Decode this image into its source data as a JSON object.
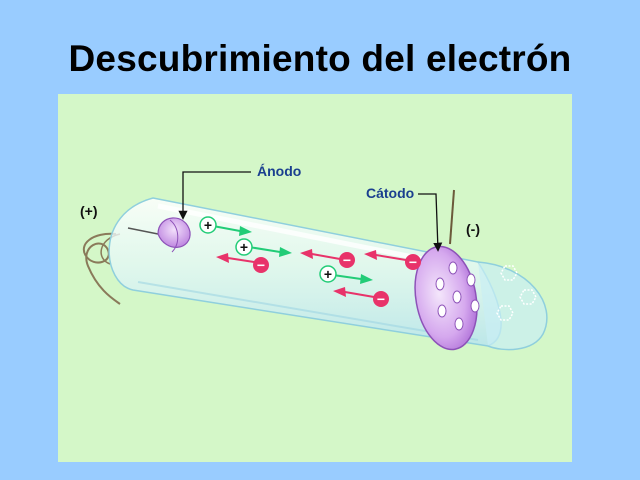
{
  "slide": {
    "title": "Descubrimiento del electrón",
    "background_color": "#99ccff",
    "panel_color": "#d4f7c8"
  },
  "diagram": {
    "anode_label": "Ánodo",
    "cathode_label": "Cátodo",
    "positive_terminal": "(+)",
    "negative_terminal": "(-)",
    "positive_sign": "+",
    "negative_sign": "−",
    "positive_color": "#22cc77",
    "negative_color": "#e8336a",
    "label_color": "#1a3f8f",
    "cathode_color": "#c489e6"
  }
}
